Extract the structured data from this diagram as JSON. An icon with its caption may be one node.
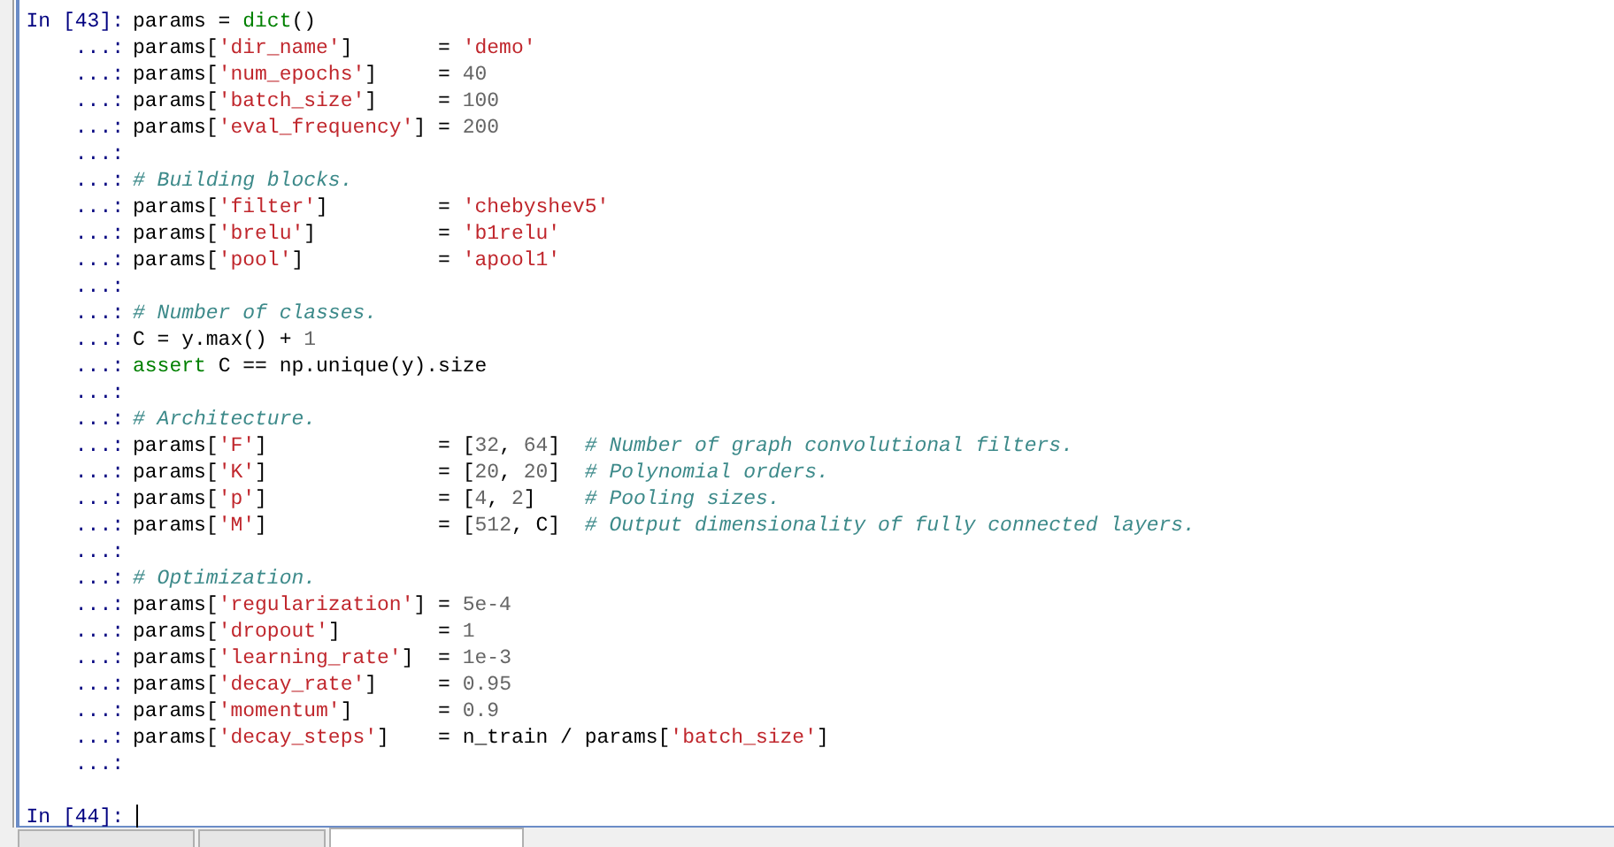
{
  "diagram": {
    "labels": [
      "In [43]:",
      "params = dict()",
      "...:",
      "params['dir_name']       = 'demo'",
      "...:",
      "params['num_epochs']     = 40",
      "...:",
      "params['batch_size']     = 100",
      "...:",
      "params['eval_frequency'] = 200",
      "...:",
      "...:",
      "# Building blocks.",
      "...:",
      "params['filter']         = 'chebyshev5'",
      "...:",
      "params['brelu']          = 'b1relu'",
      "...:",
      "params['pool']           = 'apool1'",
      "...:",
      "...:",
      "# Number of classes.",
      "...:",
      "C = y.max() + 1",
      "...:",
      "assert C == np.unique(y).size",
      "...:",
      "...:",
      "# Architecture.",
      "...:",
      "params['F']              = [32, 64]  # Number of graph convolutional filters.",
      "...:",
      "params['K']              = [20, 20]  # Polynomial orders.",
      "...:",
      "params['p']              = [4, 2]    # Pooling sizes.",
      "...:",
      "params['M']              = [512, C]  # Output dimensionality of fully connected layers.",
      "...:",
      "...:",
      "# Optimization.",
      "...:",
      "params['regularization'] = 5e-4",
      "...:",
      "params['dropout']        = 1",
      "...:",
      "params['learning_rate']  = 1e-3",
      "...:",
      "params['decay_rate']     = 0.95",
      "...:",
      "params['momentum']       = 0.9",
      "...:",
      "params['decay_steps']    = n_train / params['batch_size']",
      "...:",
      "In [44]:"
    ]
  }
}
